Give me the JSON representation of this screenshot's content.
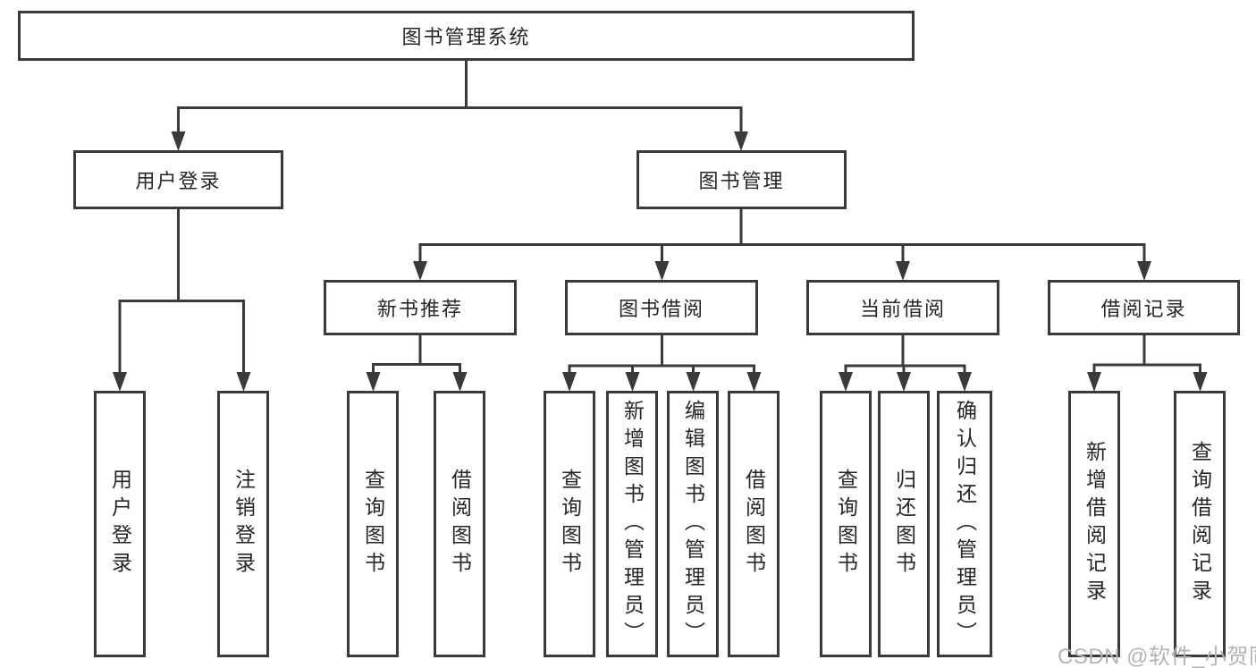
{
  "hierarchy": {
    "label": "图书管理系统",
    "children": [
      {
        "label": "用户登录",
        "children": [
          {
            "label": "用户登录"
          },
          {
            "label": "注销登录"
          }
        ]
      },
      {
        "label": "图书管理",
        "children": [
          {
            "label": "新书推荐",
            "children": [
              {
                "label": "查询图书"
              },
              {
                "label": "借阅图书"
              }
            ]
          },
          {
            "label": "图书借阅",
            "children": [
              {
                "label": "查询图书"
              },
              {
                "label": "新增图书（管理员）"
              },
              {
                "label": "编辑图书（管理员）"
              },
              {
                "label": "借阅图书"
              }
            ]
          },
          {
            "label": "当前借阅",
            "children": [
              {
                "label": "查询图书"
              },
              {
                "label": "归还图书"
              },
              {
                "label": "确认归还（管理员）"
              }
            ]
          },
          {
            "label": "借阅记录",
            "children": [
              {
                "label": "新增借阅记录"
              },
              {
                "label": "查询借阅记录"
              }
            ]
          }
        ]
      }
    ]
  },
  "watermark": {
    "text": "CSDN @软件_小贺同学"
  },
  "colors": {
    "line": "#3a3a3a",
    "box_border": "#3a3a3a",
    "text": "#262626",
    "watermark": "#b1b4b8",
    "background": "#ffffff"
  }
}
